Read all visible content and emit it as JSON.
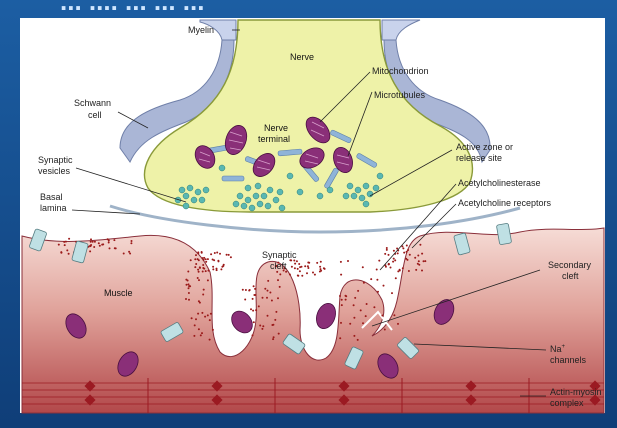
{
  "title_fragment": "...  ....  ... ... ...",
  "labels": {
    "myelin": "Myelin",
    "nerve": "Nerve",
    "mitochondrion": "Mitochondrion",
    "microtubules": "Microtubules",
    "schwann_1": "Schwann",
    "schwann_2": "cell",
    "nerve_terminal_1": "Nerve",
    "nerve_terminal_2": "terminal",
    "active_zone_1": "Active zone or",
    "active_zone_2": "release site",
    "synaptic_vesicles_1": "Synaptic",
    "synaptic_vesicles_2": "vesicles",
    "basal_lamina_1": "Basal",
    "basal_lamina_2": "lamina",
    "acetylcholinesterase": "Acetylcholinesterase",
    "acetylcholine_receptors": "Acetylcholine receptors",
    "synaptic_cleft_1": "Synaptic",
    "synaptic_cleft_2": "cleft",
    "secondary_cleft_1": "Secondary",
    "secondary_cleft_2": "cleft",
    "muscle": "Muscle",
    "na_channels_1": "Na",
    "na_channels_sup": "+",
    "na_channels_2": "channels",
    "actin_myosin_1": "Actin-myosin",
    "actin_myosin_2": "complex"
  },
  "colors": {
    "nerve_fill": "#eef2a8",
    "nerve_stroke": "#8a9a3a",
    "schwann_fill": "#aab6d6",
    "myelin_fill": "#c9d3ec",
    "muscle_top": "#f3d6d2",
    "muscle_bottom": "#b54a48",
    "mito_fill": "#8a2f78",
    "vesicle_fill": "#5ab8b2",
    "microtubule_fill": "#8fb4d8",
    "receptor_fill": "#bfe0e4",
    "ach_dot": "#9b1a1a",
    "sarcomere": "#9b1a22"
  }
}
